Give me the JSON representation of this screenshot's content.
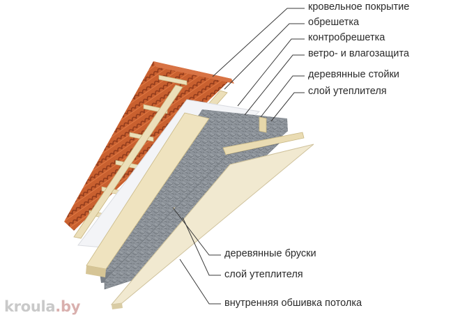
{
  "labels": {
    "roof_covering": "кровельное покрытие",
    "battens": "обрешетка",
    "counter_battens": "контробрешетка",
    "wind_moisture": "ветро- и влагозащита",
    "wooden_posts": "деревянные стойки",
    "insulation_top": "слой утеплителя",
    "wooden_bars": "деревянные бруски",
    "insulation_bottom": "слой утеплителя",
    "ceiling_lining": "внутренняя обшивка потолка"
  },
  "watermark": {
    "part1": "kroula",
    "part2": ".by"
  },
  "colors": {
    "tile": "#c2582f",
    "tile_dark": "#8f3a1b",
    "wood": "#e9dcb6",
    "wood_shade": "#cdbd8e",
    "membrane": "#f2f3f6",
    "insulation": "#8a9096",
    "lining": "#efe6cc",
    "leader": "#3a3a3a"
  }
}
